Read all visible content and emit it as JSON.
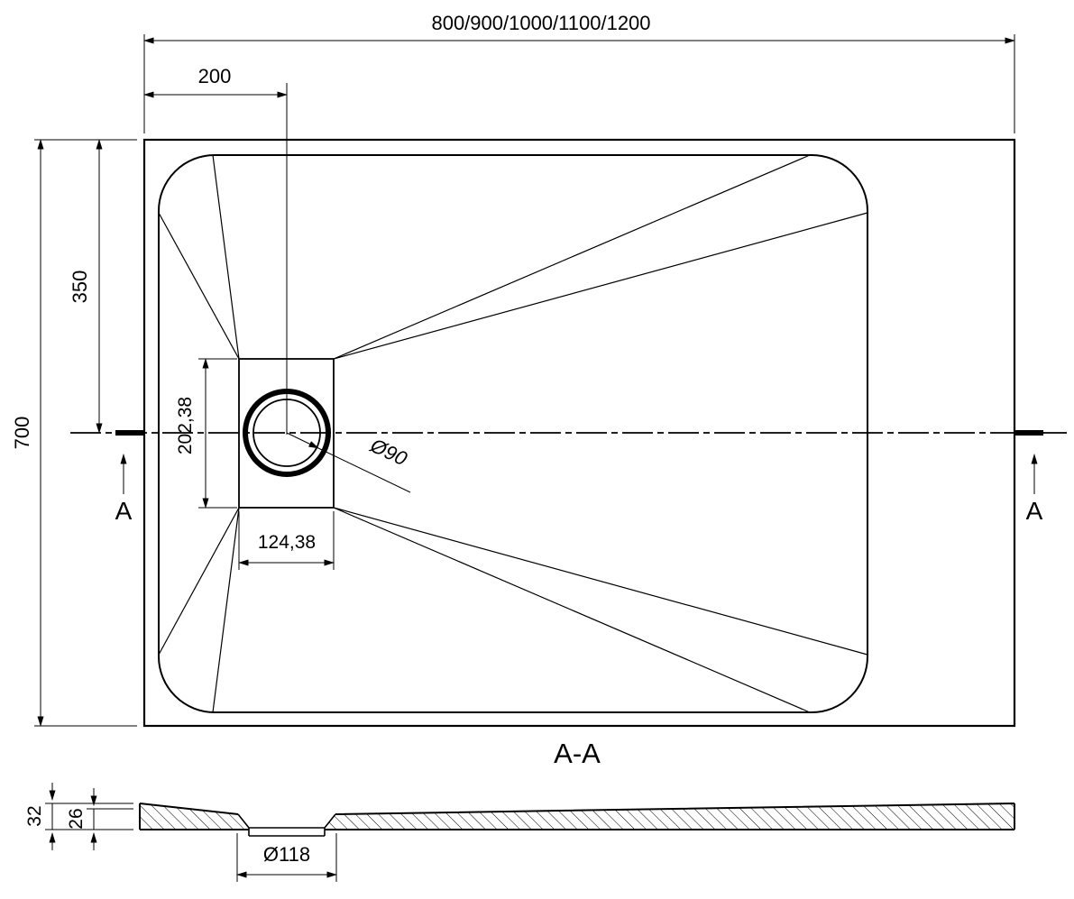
{
  "page": {
    "background": "#ffffff",
    "line_color": "#000000"
  },
  "top_view": {
    "width_dim": "800/900/1000/1100/1200",
    "drain_offset_dim": "200",
    "height_dim": "700",
    "center_dim": "350",
    "drain_box_height_dim": "202,38",
    "drain_box_width_dim": "124,38",
    "drain_diameter_dim": "Ø90",
    "section_letter_left": "A",
    "section_letter_right": "A"
  },
  "section_view": {
    "title": "A-A",
    "total_thickness_dim": "32",
    "base_thickness_dim": "26",
    "drain_hole_dim": "Ø118"
  }
}
